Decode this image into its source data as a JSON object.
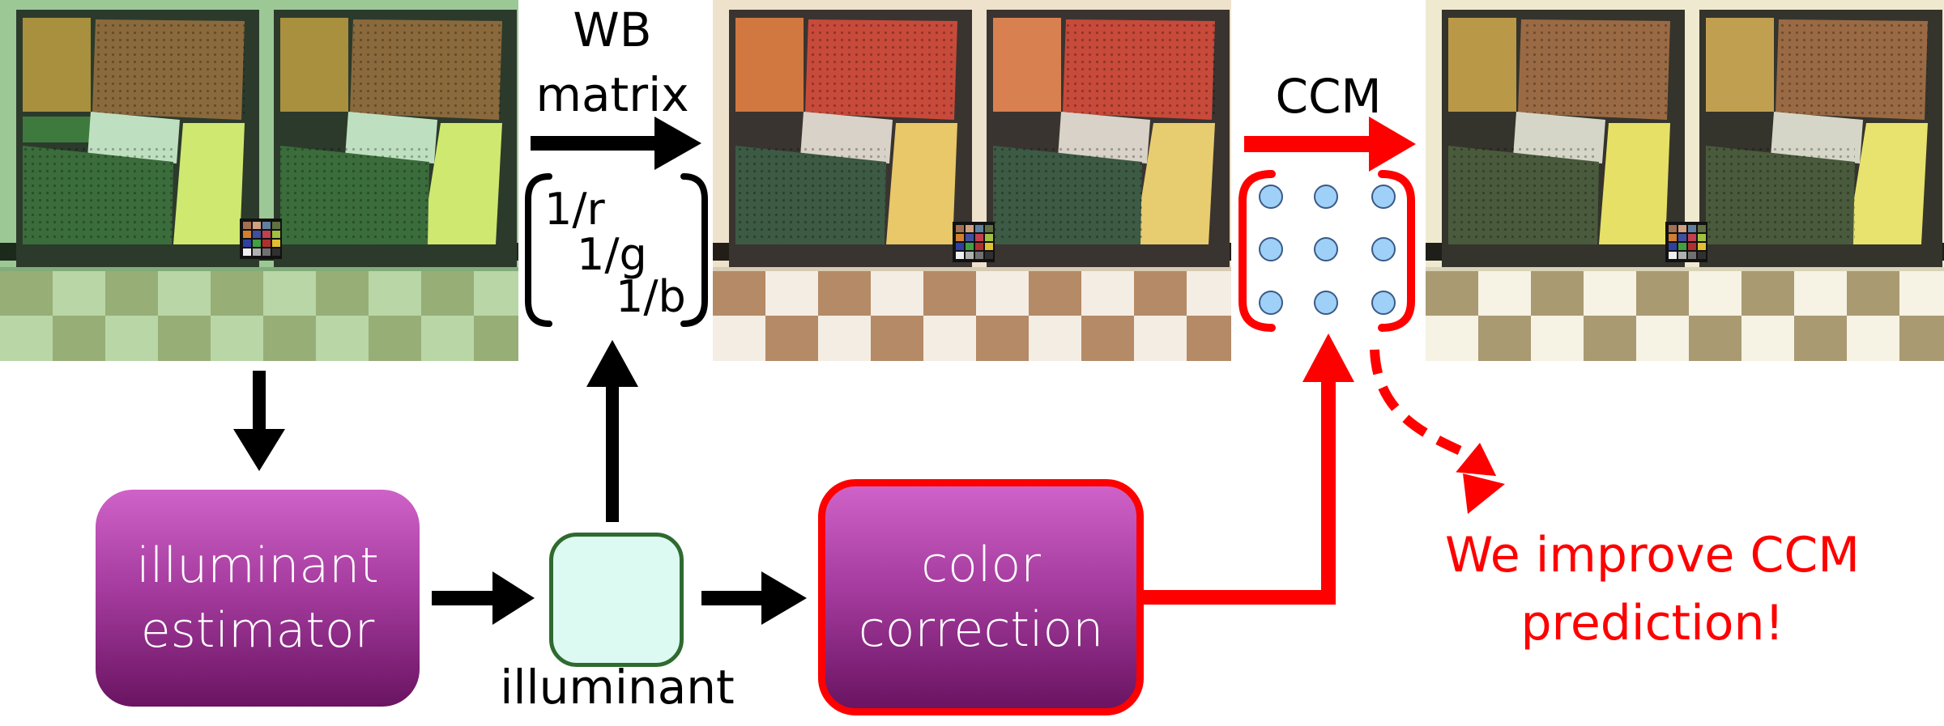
{
  "labels": {
    "wb_matrix_line1": "WB",
    "wb_matrix_line2": "matrix",
    "wb_r": "1/r",
    "wb_g": "1/g",
    "wb_b": "1/b",
    "ccm": "CCM",
    "illuminant": "illuminant",
    "illuminant_estimator_line1": "illuminant",
    "illuminant_estimator_line2": "estimator",
    "color_correction_line1": "color",
    "color_correction_line2": "correction",
    "improve_line1": "We improve CCM",
    "improve_line2": "prediction!"
  },
  "colors": {
    "accent_red": "#ff0000",
    "arrow_black": "#000000",
    "process_box_top": "#cf62c8",
    "process_box_bottom": "#6a1462",
    "illuminant_fill": "#dcfaf1",
    "illuminant_border": "#2f6a2f",
    "ccm_dot": "#9fd0f7"
  },
  "images": {
    "raw": "green-tinted raw photo of patterned panels and color checker",
    "white_balanced": "white-balanced photo",
    "color_corrected": "color-corrected photo"
  }
}
